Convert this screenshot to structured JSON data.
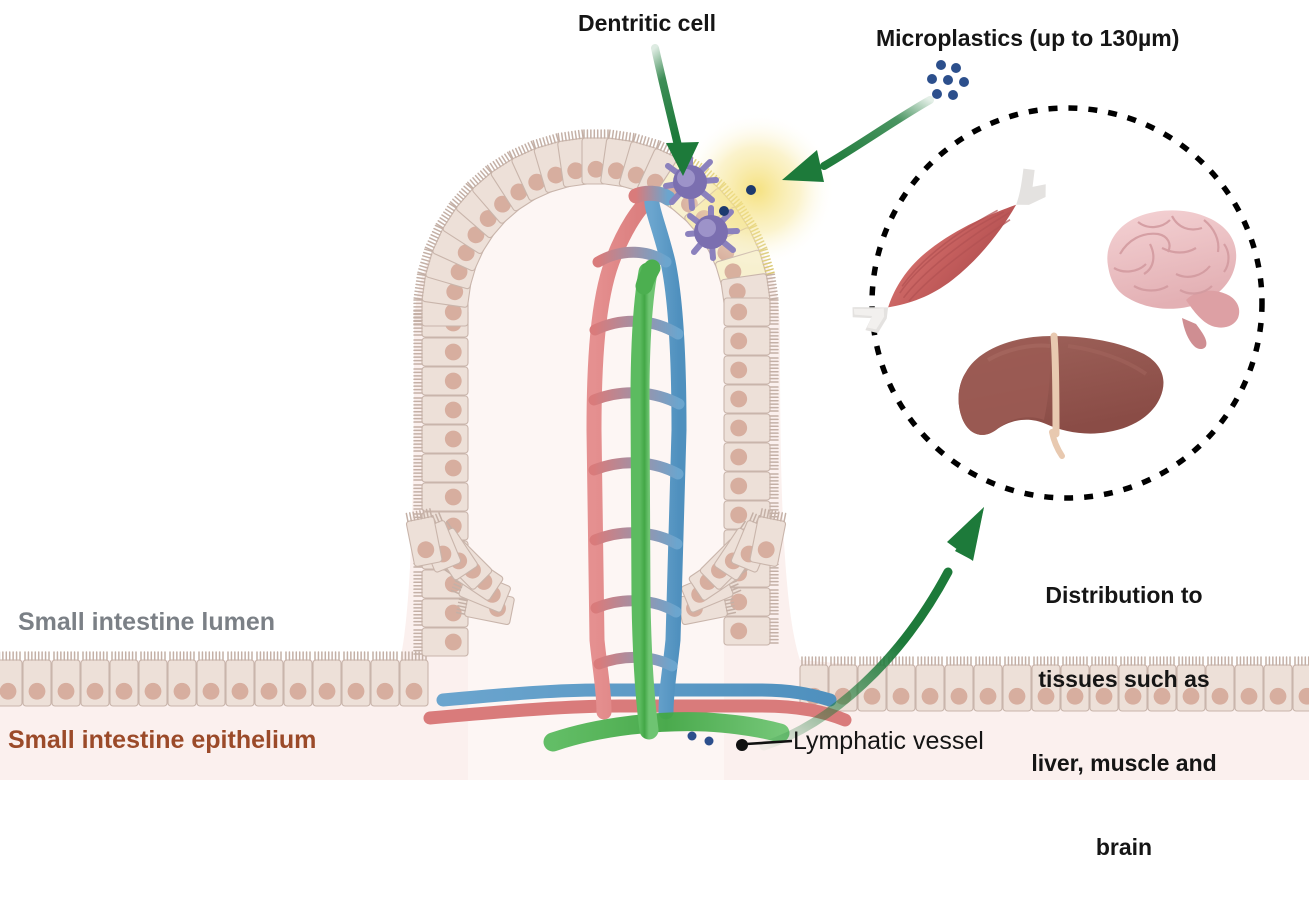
{
  "diagram": {
    "title": "Microplastic uptake across the small intestine epithelium and systemic distribution",
    "background_color": "#ffffff"
  },
  "labels": {
    "dendritic_cell": "Dentritic cell",
    "microplastics": "Microplastics (up to 130µm)",
    "lumen": "Small intestine lumen",
    "epithelium": "Small intestine epithelium",
    "lymphatic_vessel": "Lymphatic vessel",
    "distribution_line1": "Distribution to",
    "distribution_line2": "tissues such as",
    "distribution_line3": "liver, muscle and",
    "distribution_line4": "brain"
  },
  "colors": {
    "lumen_label": "#7b8086",
    "epithelium_label": "#9b4a29",
    "text_dark": "#151515",
    "arrow_green": "#1d7a3a",
    "microplastic_dot": "#2c4f8c",
    "artery_red": "#e08080",
    "vein_blue": "#5b9bc8",
    "lacteal_green": "#4caf50",
    "dendritic_purple": "#7b6fb0",
    "epithelial_cell": "#ede0d8",
    "epithelial_nucleus": "#d2a595",
    "lamina_propria": "#fbf0ee",
    "highlight_yellow": "#f2dd72",
    "muscle_red": "#c9605f",
    "brain_pink": "#eec4c6",
    "liver_brown": "#96564f",
    "dashed_circle": "#000000"
  },
  "organs": [
    {
      "name": "muscle",
      "label": "skeletal muscle",
      "color": "#c9605f"
    },
    {
      "name": "brain",
      "label": "brain",
      "color": "#eec4c6"
    },
    {
      "name": "liver",
      "label": "liver",
      "color": "#96564f"
    }
  ],
  "microplastic_dots_count": 7,
  "dendritic_cells_count": 2,
  "icons": {
    "arrow_dendritic": "arrow-down-icon",
    "arrow_microplastics": "arrow-left-icon",
    "arrow_distribution": "arrow-up-curved-icon",
    "leader_lymphatic": "leader-line-icon"
  }
}
